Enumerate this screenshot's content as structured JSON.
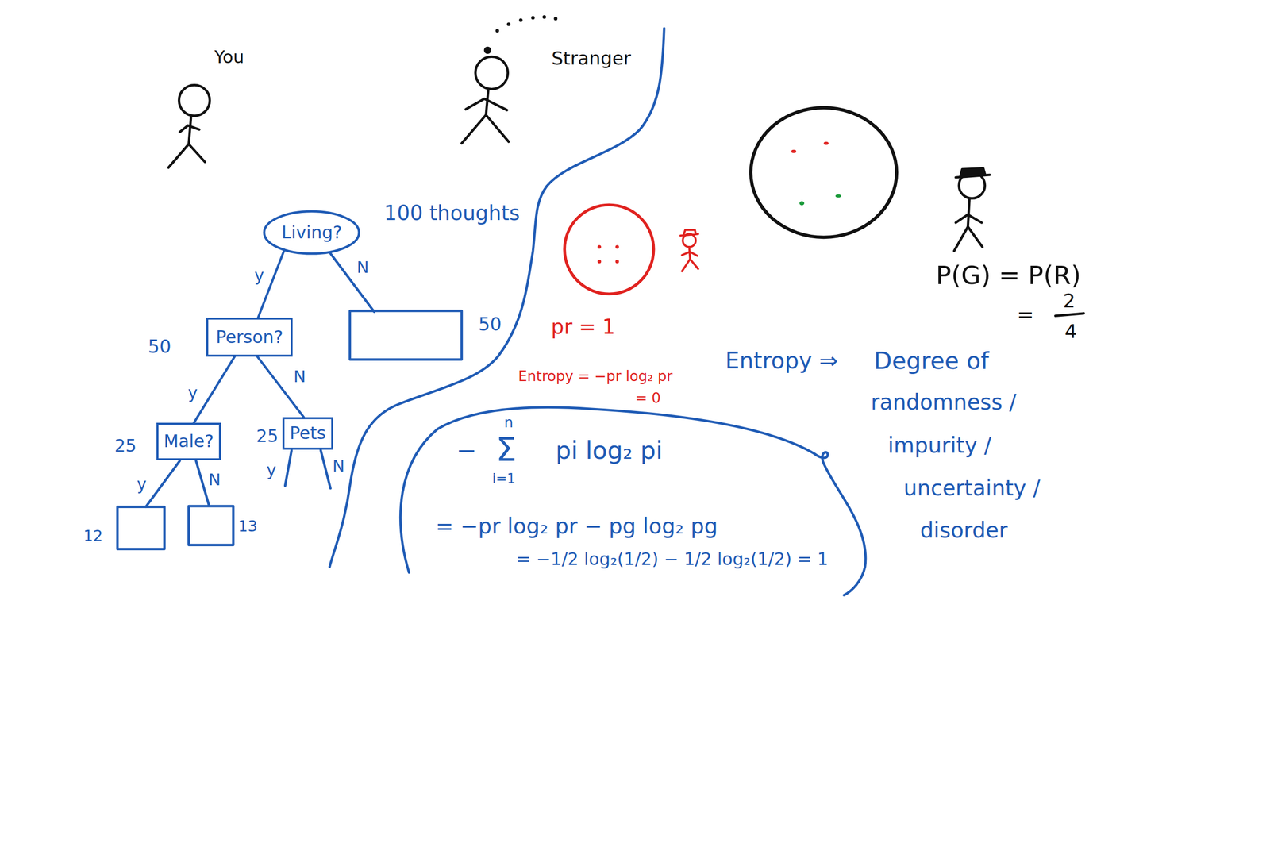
{
  "diagram": {
    "nodes": [
      {
        "text": [
          "Living?"
        ]
      },
      {
        "text": [
          "Person?"
        ]
      },
      {
        "text": [
          "Male?"
        ]
      },
      {
        "text": [
          "Pets"
        ]
      }
    ],
    "edges": [
      {
        "from": 0,
        "to": 1,
        "arrow": "none",
        "label": "y"
      },
      {
        "from": 1,
        "to": 2,
        "arrow": "none",
        "label": "y"
      },
      {
        "from": 1,
        "to": 3,
        "arrow": "none",
        "label": "N"
      }
    ],
    "labels": [
      "You",
      "Stranger",
      "100 thoughts",
      "N",
      "50",
      "50",
      "pr = 1",
      "Entropy = −pr log₂ pr",
      "= 0",
      "P(G) = P(R)",
      "=",
      "2",
      "4",
      "Entropy ⇒",
      "Degree of",
      "randomness /",
      "25",
      "25",
      "n",
      "−",
      "Σ",
      "i=1",
      "pi log₂ pi",
      "impurity /",
      "y",
      "N",
      "y",
      "N",
      "uncertainty /",
      "12",
      "13",
      "= −pr log₂ pr − pg log₂ pg",
      "disorder",
      "= −1/2 log₂(1/2) − 1/2 log₂(1/2) = 1"
    ]
  }
}
